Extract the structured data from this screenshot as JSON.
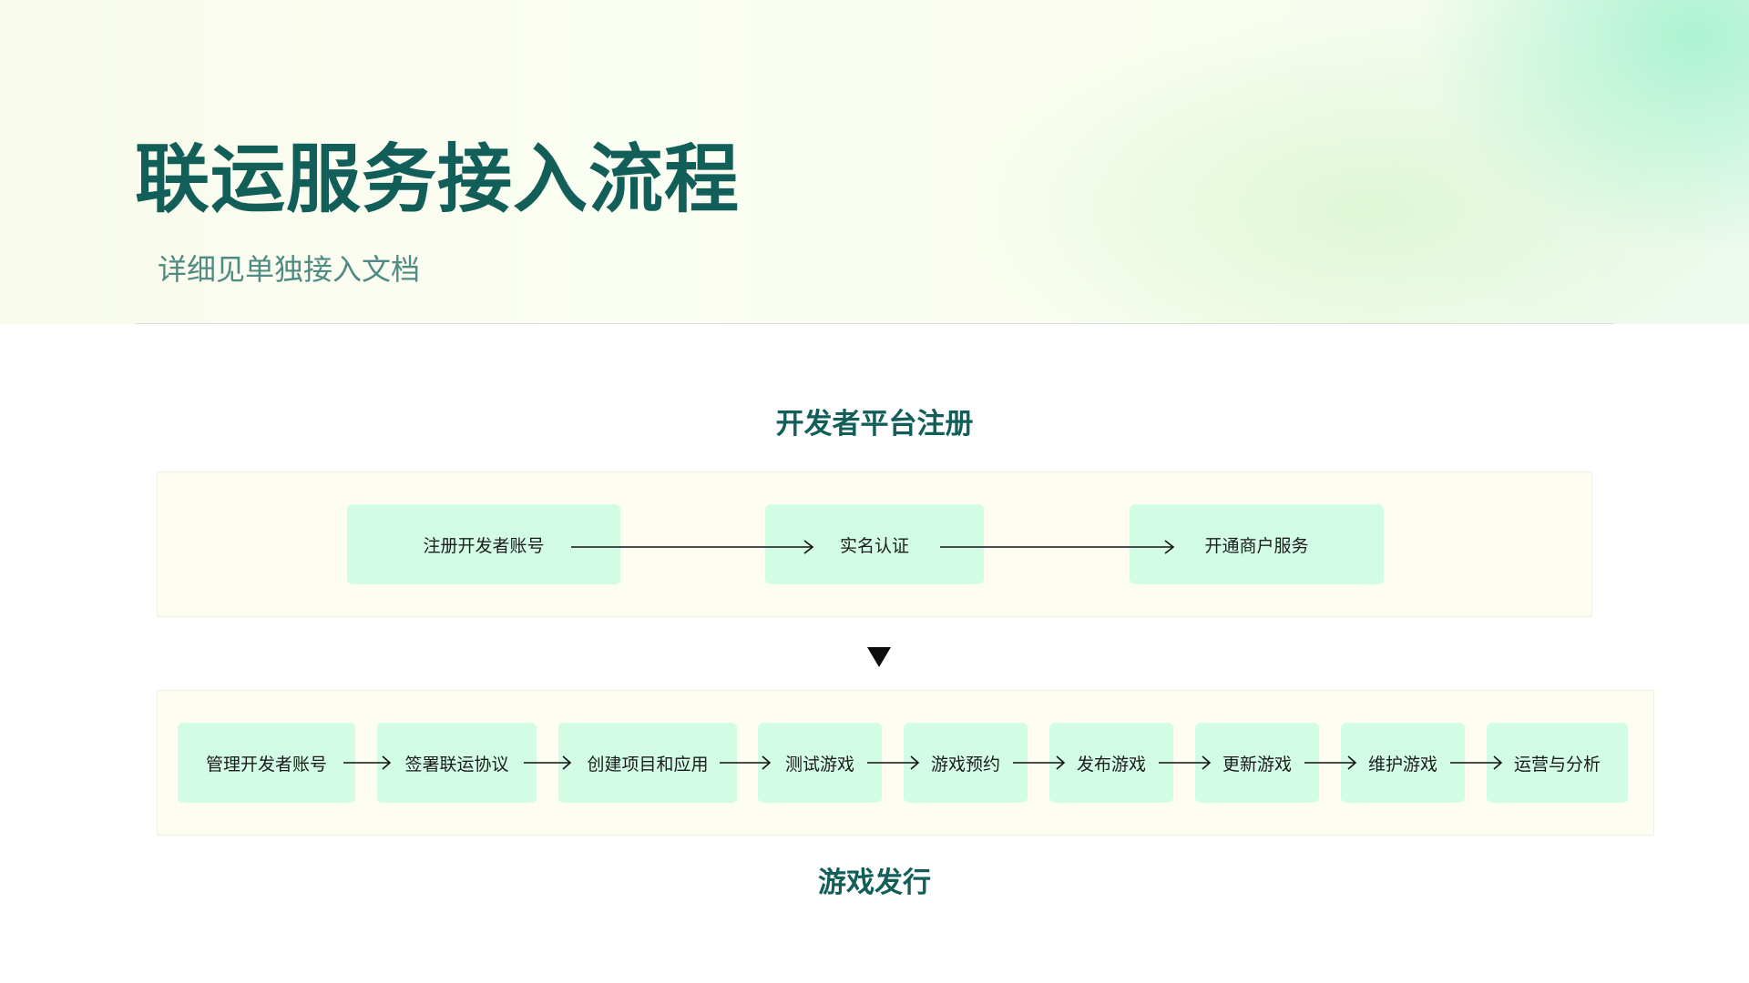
{
  "title": "联运服务接入流程",
  "subtitle": "详细见单独接入文档",
  "registration": {
    "label": "开发者平台注册",
    "steps": [
      "注册开发者账号",
      "实名认证",
      "开通商户服务"
    ]
  },
  "release": {
    "label": "游戏发行",
    "steps": [
      "管理开发者账号",
      "签署联运协议",
      "创建项目和应用",
      "测试游戏",
      "游戏预约",
      "发布游戏",
      "更新游戏",
      "维护游戏",
      "运营与分析"
    ]
  },
  "icons": {
    "flow_arrow": "arrow-right-icon",
    "section_transition": "triangle-down-icon"
  },
  "colors": {
    "title": "#125e59",
    "subtitle": "#4f8a84",
    "step_fill": "#d2fce6",
    "panel_fill": "#fdfdf1",
    "arrow": "#111111"
  }
}
